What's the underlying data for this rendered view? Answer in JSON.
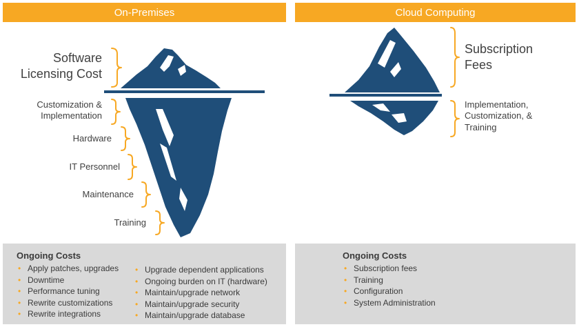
{
  "headers": {
    "left": "On-Premises",
    "right": "Cloud Computing"
  },
  "on_premises": {
    "above_label": "Software Licensing Cost",
    "below_labels": [
      "Customization & Implementation",
      "Hardware",
      "IT Personnel",
      "Maintenance",
      "Training"
    ]
  },
  "cloud": {
    "above_label": "Subscription Fees",
    "below_label": "Implementation, Customization, & Training"
  },
  "ongoing_left": {
    "title": "Ongoing Costs",
    "col1": [
      "Apply patches, upgrades",
      "Downtime",
      "Performance tuning",
      "Rewrite customizations",
      "Rewrite integrations"
    ],
    "col2": [
      "Upgrade dependent applications",
      "Ongoing burden on IT (hardware)",
      "Maintain/upgrade network",
      "Maintain/upgrade security",
      "Maintain/upgrade database"
    ]
  },
  "ongoing_right": {
    "title": "Ongoing Costs",
    "items": [
      "Subscription fees",
      "Training",
      "Configuration",
      "System Administration"
    ]
  },
  "colors": {
    "accent": "#f7a823",
    "iceberg": "#1f4e79",
    "panel": "#d9d9d9"
  },
  "icons": {
    "bullet": "•",
    "bracket": "curly-brace"
  }
}
